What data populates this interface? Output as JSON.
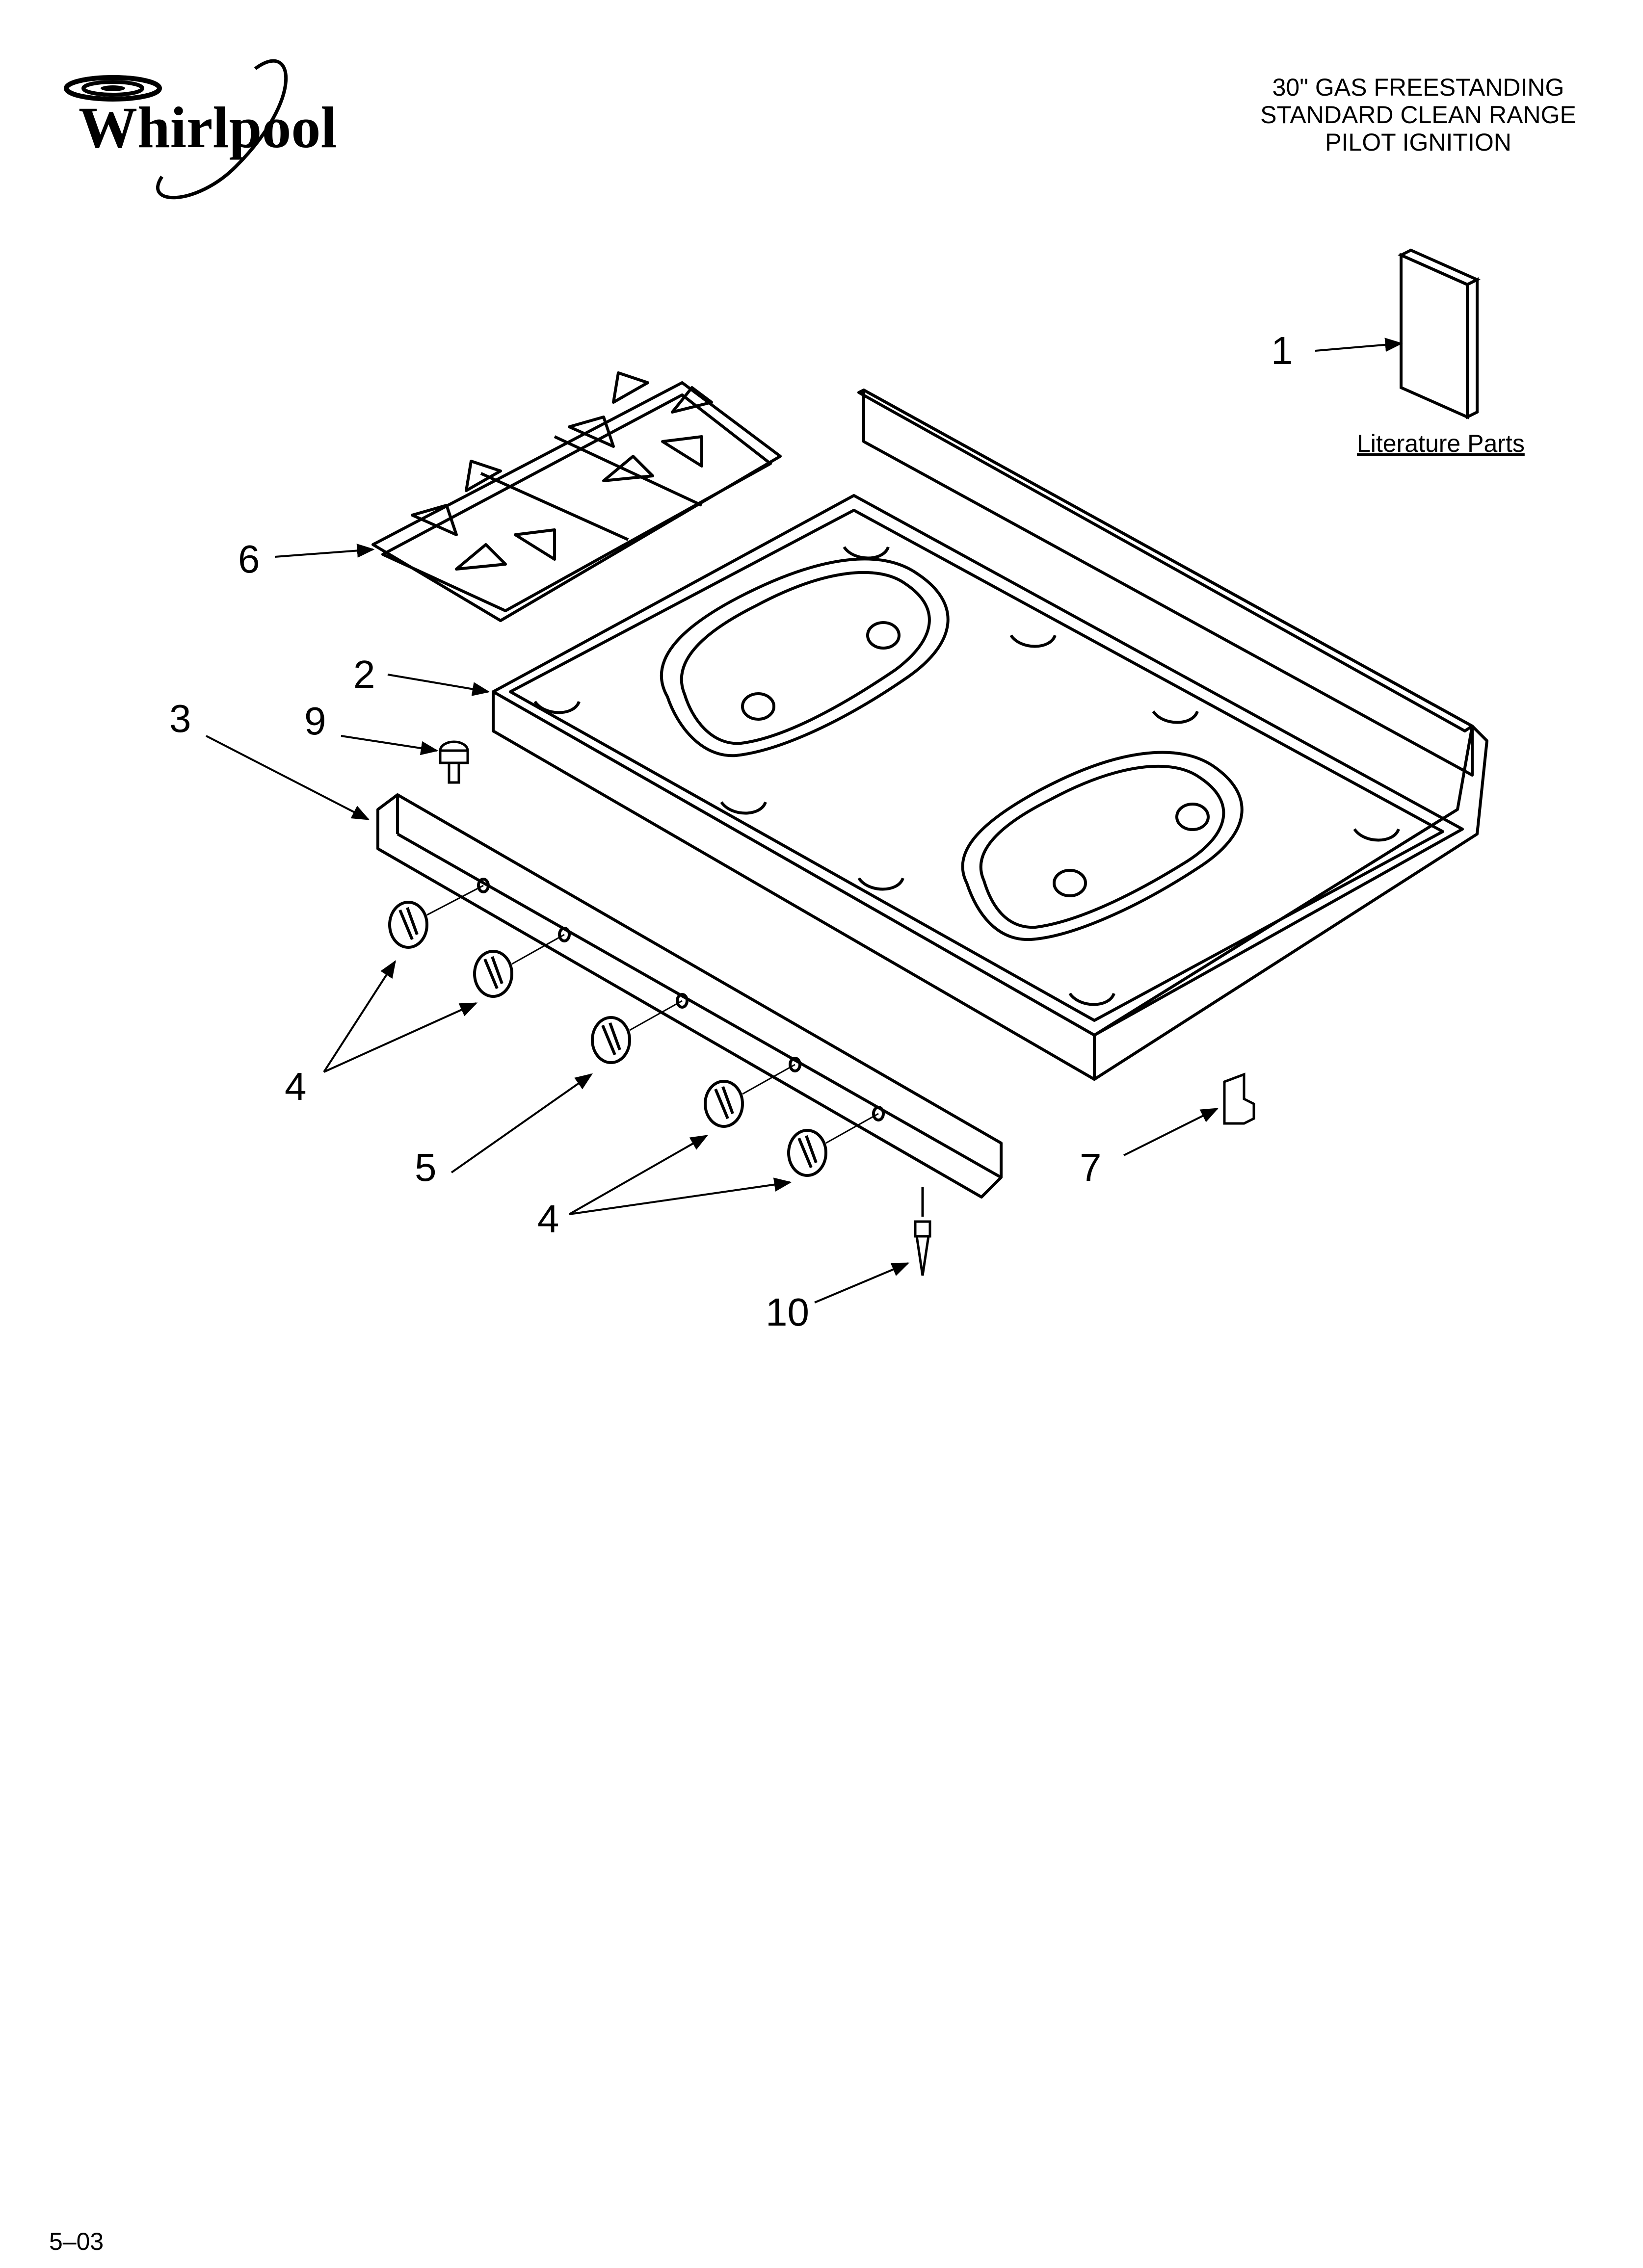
{
  "brand": {
    "name": "Whirlpool"
  },
  "title": {
    "lines": [
      "30\" GAS FREESTANDING",
      "STANDARD CLEAN RANGE",
      "PILOT IGNITION"
    ]
  },
  "literature": {
    "label": "Literature Parts"
  },
  "callouts": {
    "c1": "1",
    "c2": "2",
    "c3": "3",
    "c4a": "4",
    "c4b": "4",
    "c5": "5",
    "c6": "6",
    "c7": "7",
    "c9": "9",
    "c10": "10"
  },
  "footer": {
    "code": "5–03"
  },
  "colors": {
    "ink": "#000000",
    "paper": "#ffffff"
  }
}
